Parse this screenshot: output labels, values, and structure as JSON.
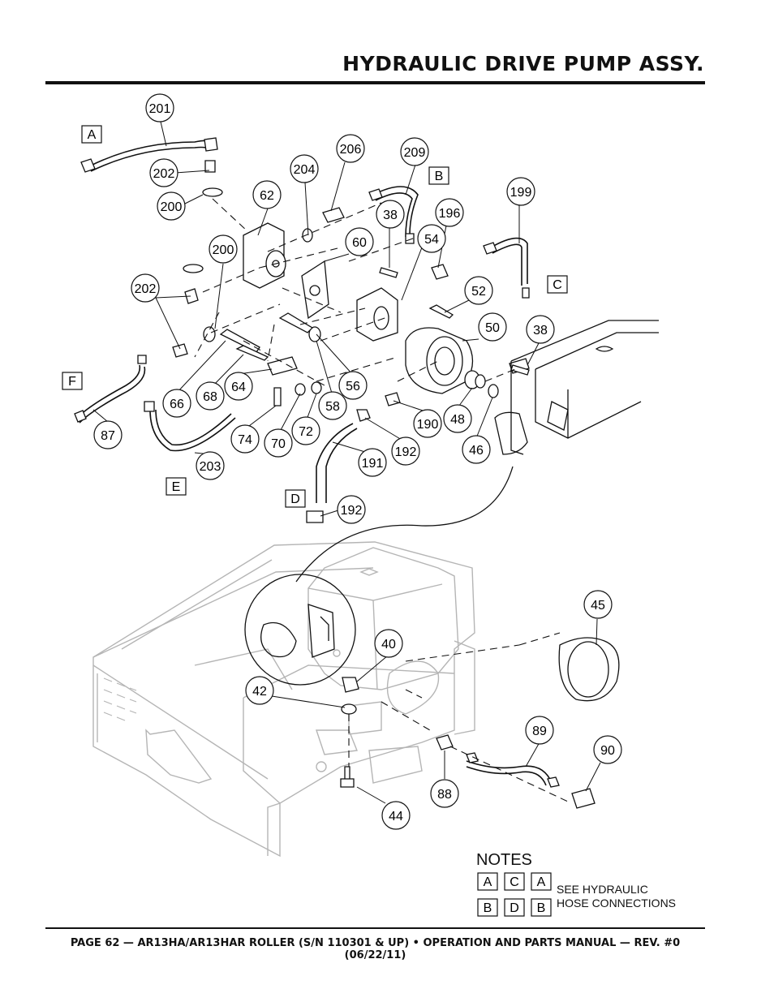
{
  "header": {
    "title": "HYDRAULIC DRIVE PUMP ASSY."
  },
  "footer": {
    "text": "PAGE 62 — AR13HA/AR13HAR ROLLER (S/N 110301 & UP) • OPERATION AND PARTS MANUAL — REV. #0 (06/22/11)"
  },
  "callouts": [
    "201",
    "202",
    "200",
    "206",
    "209",
    "204",
    "62",
    "38",
    "196",
    "199",
    "60",
    "54",
    "200",
    "202",
    "52",
    "50",
    "38",
    "56",
    "58",
    "64",
    "68",
    "66",
    "74",
    "70",
    "72",
    "190",
    "48",
    "46",
    "87",
    "203",
    "191",
    "192",
    "192",
    "45",
    "40",
    "42",
    "89",
    "90",
    "88",
    "44"
  ],
  "hose_markers": [
    "A",
    "B",
    "C",
    "F",
    "E",
    "D"
  ],
  "notes": {
    "title": "NOTES",
    "row1": [
      "A",
      "C",
      "A"
    ],
    "row2": [
      "B",
      "D",
      "B"
    ],
    "text_line1": "SEE HYDRAULIC",
    "text_line2": "HOSE CONNECTIONS"
  }
}
